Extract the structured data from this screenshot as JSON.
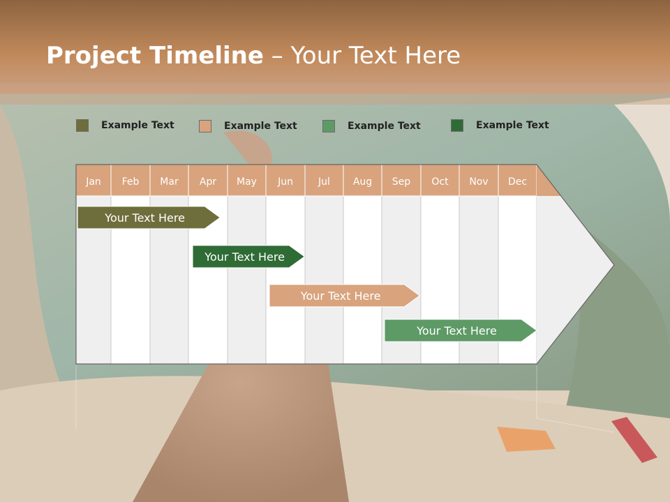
{
  "slide": {
    "title_bold": "Project Timeline",
    "title_rest": " – Your Text Here"
  },
  "legend": [
    {
      "label": "Example Text",
      "color": "#6e6e3d"
    },
    {
      "label": "Example Text",
      "color": "#d8a37d"
    },
    {
      "label": "Example Text",
      "color": "#5e9a66"
    },
    {
      "label": "Example Text",
      "color": "#2f6b35"
    }
  ],
  "months": [
    "Jan",
    "Feb",
    "Mar",
    "Apr",
    "May",
    "Jun",
    "Jul",
    "Aug",
    "Sep",
    "Oct",
    "Nov",
    "Dec"
  ],
  "tasks": [
    {
      "label": "Your  Text Here",
      "start_month": 0.0,
      "end_month": 3.75,
      "color": "#6e6e3d"
    },
    {
      "label": "Your  Text Here",
      "start_month": 3.0,
      "end_month": 5.95,
      "color": "#2f6b35"
    },
    {
      "label": "Your  Text Here",
      "start_month": 5.0,
      "end_month": 8.95,
      "color": "#d8a37d"
    },
    {
      "label": "Your  Text Here",
      "start_month": 8.0,
      "end_month": 12.0,
      "color": "#5e9a66"
    }
  ],
  "colors": {
    "header_fill": "#d8a37d",
    "title_bar": "#c28a5c"
  },
  "icons": {
    "background": "aerial-beach-photo"
  }
}
